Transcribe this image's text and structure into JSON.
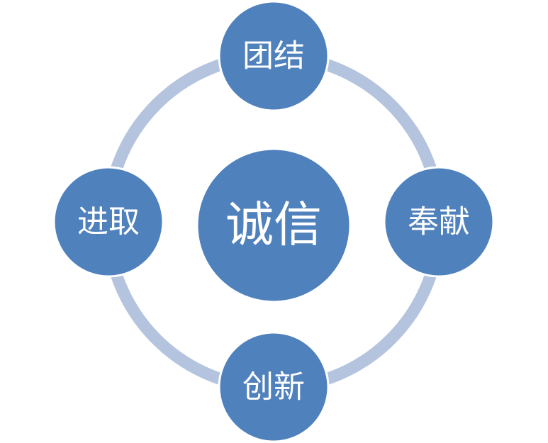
{
  "diagram": {
    "center": {
      "label": "诚信"
    },
    "nodes": {
      "top": {
        "label": "团结"
      },
      "right": {
        "label": "奉献"
      },
      "bottom": {
        "label": "创新"
      },
      "left": {
        "label": "进取"
      }
    }
  },
  "colors": {
    "node_fill": "#4f81bd",
    "node_stroke": "#ffffff",
    "ring": "#b4c4de",
    "label": "#ffffff",
    "background": "#ffffff"
  }
}
